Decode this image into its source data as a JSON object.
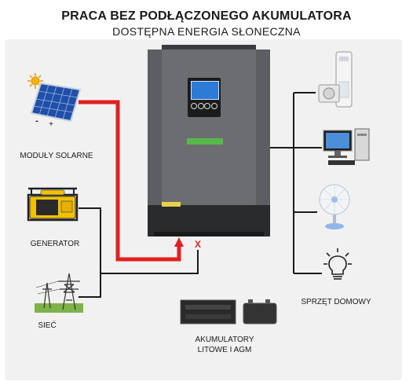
{
  "title": "PRACA BEZ PODŁĄCZONEGO AKUMULATORA",
  "subtitle": "DOSTĘPNA ENERGIA SŁONECZNA",
  "inputs": {
    "solar": "MODUŁY SOLARNE",
    "generator": "GENERATOR",
    "grid": "SIEĆ"
  },
  "battery": {
    "line1": "AKUMULATORY",
    "line2": "LITOWE I AGM"
  },
  "loads": {
    "label": "SPRZĘT DOMOWY"
  },
  "connection_marks": {
    "positive": "+",
    "negative": "-",
    "battery_disconnected": "X"
  },
  "colors": {
    "dc_wire": "#e02020",
    "ac_wire": "#1a1a1a",
    "inverter_body": "#6b6d70",
    "inverter_base": "#2a2b2d",
    "screen": "#2c7bd6",
    "background_panel": "#f1f1f1"
  },
  "icons": [
    "sun-icon",
    "solar-panel-icon",
    "generator-icon",
    "power-pylon-icon",
    "air-conditioner-icon",
    "computer-icon",
    "fan-icon",
    "light-bulb-icon",
    "battery-icon",
    "inverter-icon"
  ]
}
